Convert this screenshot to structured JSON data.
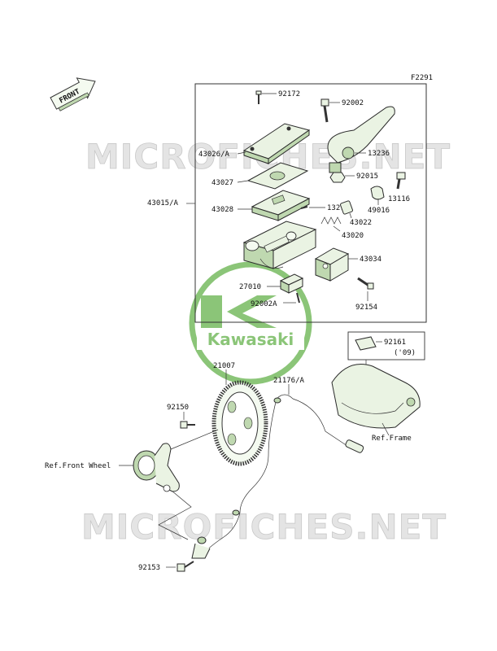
{
  "figure_code": "F2291",
  "front_arrow_text": "FRONT",
  "watermark_text": "MICROFICHES.NET",
  "logo": {
    "brand": "Kawasaki",
    "color": "#7fbf6a"
  },
  "part_labels": {
    "p92172": "92172",
    "p92002": "92002",
    "p43026A": "43026/A",
    "p13236": "13236",
    "p43027": "43027",
    "p92015": "92015",
    "p13272": "13272",
    "p13116": "13116",
    "p43015A": "43015/A",
    "p43028": "43028",
    "p43022": "43022",
    "p49016": "49016",
    "p43020": "43020",
    "p43034": "43034",
    "p27010": "27010",
    "p92002A": "92002A",
    "p92154": "92154",
    "p92161": "92161",
    "p92161_note": "('09)",
    "p21007": "21007",
    "p21176A": "21176/A",
    "p92150": "92150",
    "ref_frame": "Ref.Frame",
    "ref_front_wheel": "Ref.Front Wheel",
    "p92153": "92153"
  },
  "colors": {
    "part_fill": "#eaf3e3",
    "part_dark": "#bfd8b0",
    "watermark": "#e4e4e4"
  }
}
